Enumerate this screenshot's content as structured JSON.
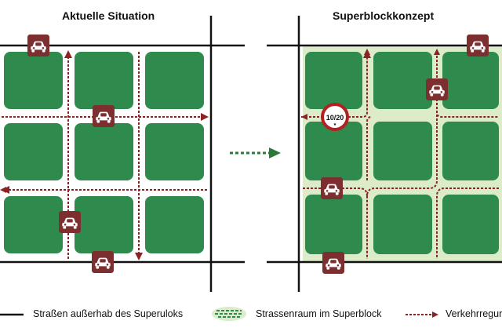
{
  "titles": {
    "left": "Aktuelle Situation",
    "right": "Superblockkonzept"
  },
  "sign": {
    "label": "10/20"
  },
  "legend": [
    {
      "label": "Straßen außerhab des Superuloks",
      "icon": "black-line-icon"
    },
    {
      "label": "Strassenraum im Superblock",
      "icon": "green-dashed-area-icon"
    },
    {
      "label": "Verkehrregun",
      "icon": "red-dotted-arrow-icon"
    }
  ],
  "colors": {
    "block": "#2f8a4e",
    "street_zone": "#dcebc9",
    "traffic": "#8b2323",
    "car_icon_bg": "#7d2f2f",
    "arrow": "#2a7a3a",
    "road": "#111111"
  },
  "icons": [
    "car-icon",
    "speed-limit-sign-icon",
    "green-arrow-icon"
  ]
}
